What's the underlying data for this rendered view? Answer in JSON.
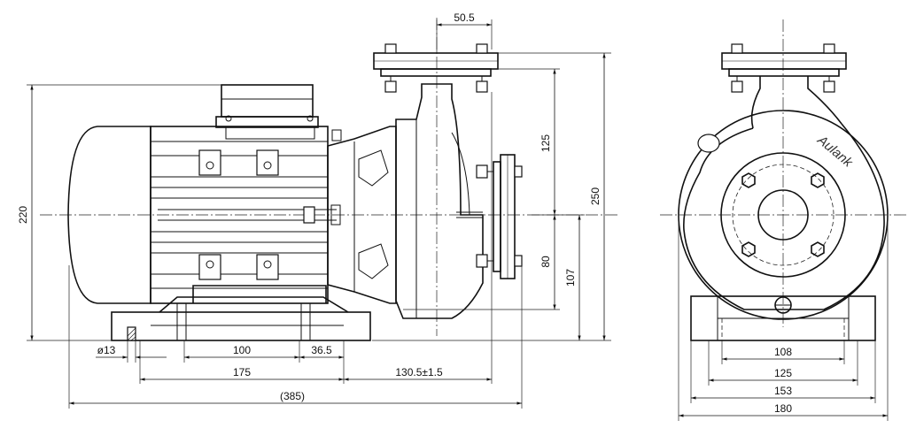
{
  "brand": {
    "logo_text": "Aulank"
  },
  "dimensions": {
    "d50_5": "50.5",
    "d125_h": "125",
    "d250": "250",
    "d220": "220",
    "d80": "80",
    "d107": "107",
    "phi13": "ø13",
    "d100": "100",
    "d36_5": "36.5",
    "d175": "175",
    "d130_5": "130.5±1.5",
    "d385": "(385)",
    "d108": "108",
    "d125_w": "125",
    "d153": "153",
    "d180": "180"
  }
}
